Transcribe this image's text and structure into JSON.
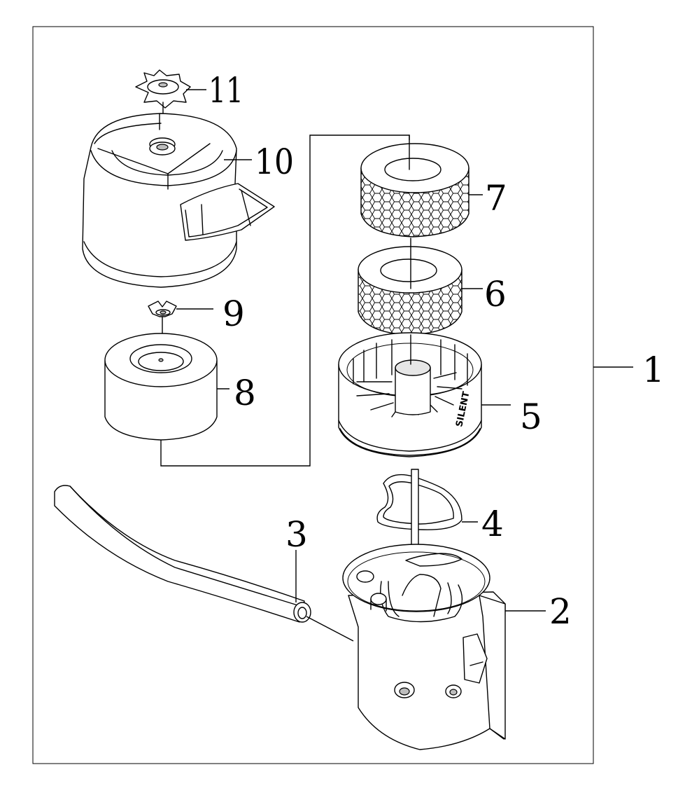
{
  "callouts": {
    "assembly": "1",
    "housing": "2",
    "hose": "3",
    "gasket": "4",
    "base": "5",
    "inner_element": "6",
    "outer_element": "7",
    "prefilter": "8",
    "wing_nut": "9",
    "cover": "10",
    "star_knob": "11"
  },
  "base_marking": "SILENT"
}
